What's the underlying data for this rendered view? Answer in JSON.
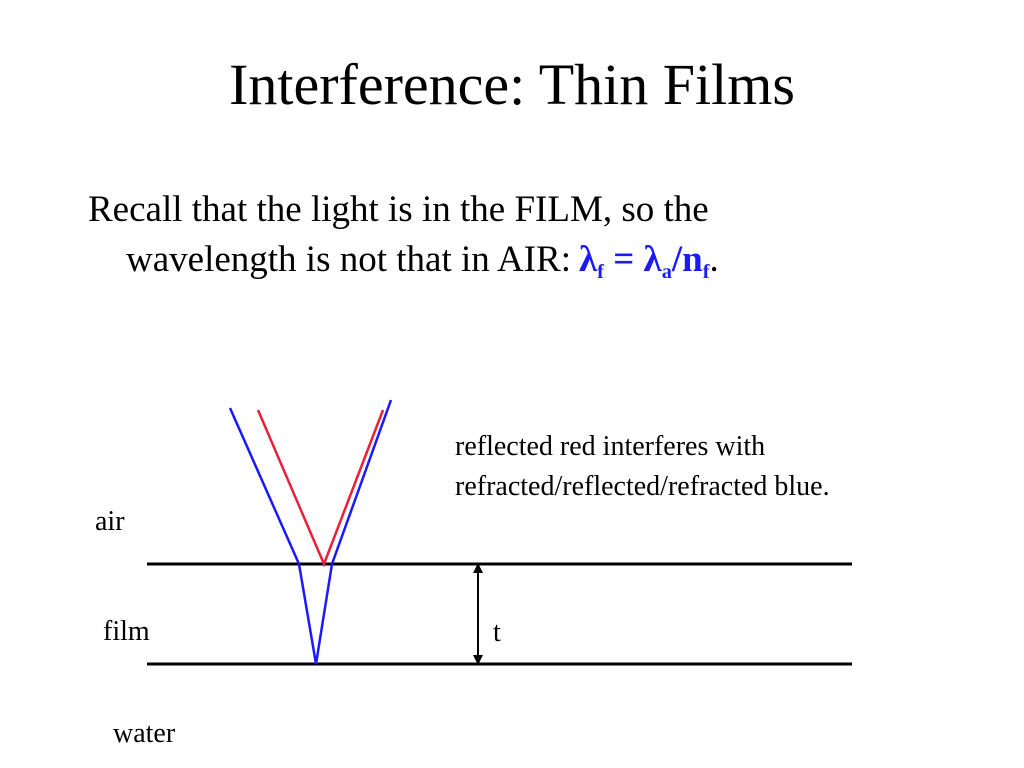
{
  "slide": {
    "title": "Interference:  Thin Films",
    "body": {
      "line1": "Recall that the light is in the FILM, so the",
      "line2": "wavelength is not that in AIR:",
      "formula": {
        "lambda": "λ",
        "sub_f": "f",
        "equals": " = ",
        "sub_a": "a",
        "slash_n": "/n",
        "sub_nf": "f"
      },
      "period": "."
    }
  },
  "diagram": {
    "labels": {
      "air": "air",
      "film": "film",
      "water": "water",
      "thickness": "t"
    },
    "note": {
      "line1": "reflected red interferes with",
      "line2": "refracted/reflected/refracted blue."
    },
    "colors": {
      "red_ray": "#e8213a",
      "blue_ray": "#1a1aff",
      "interface": "#000000",
      "formula": "#1a1aff"
    }
  }
}
